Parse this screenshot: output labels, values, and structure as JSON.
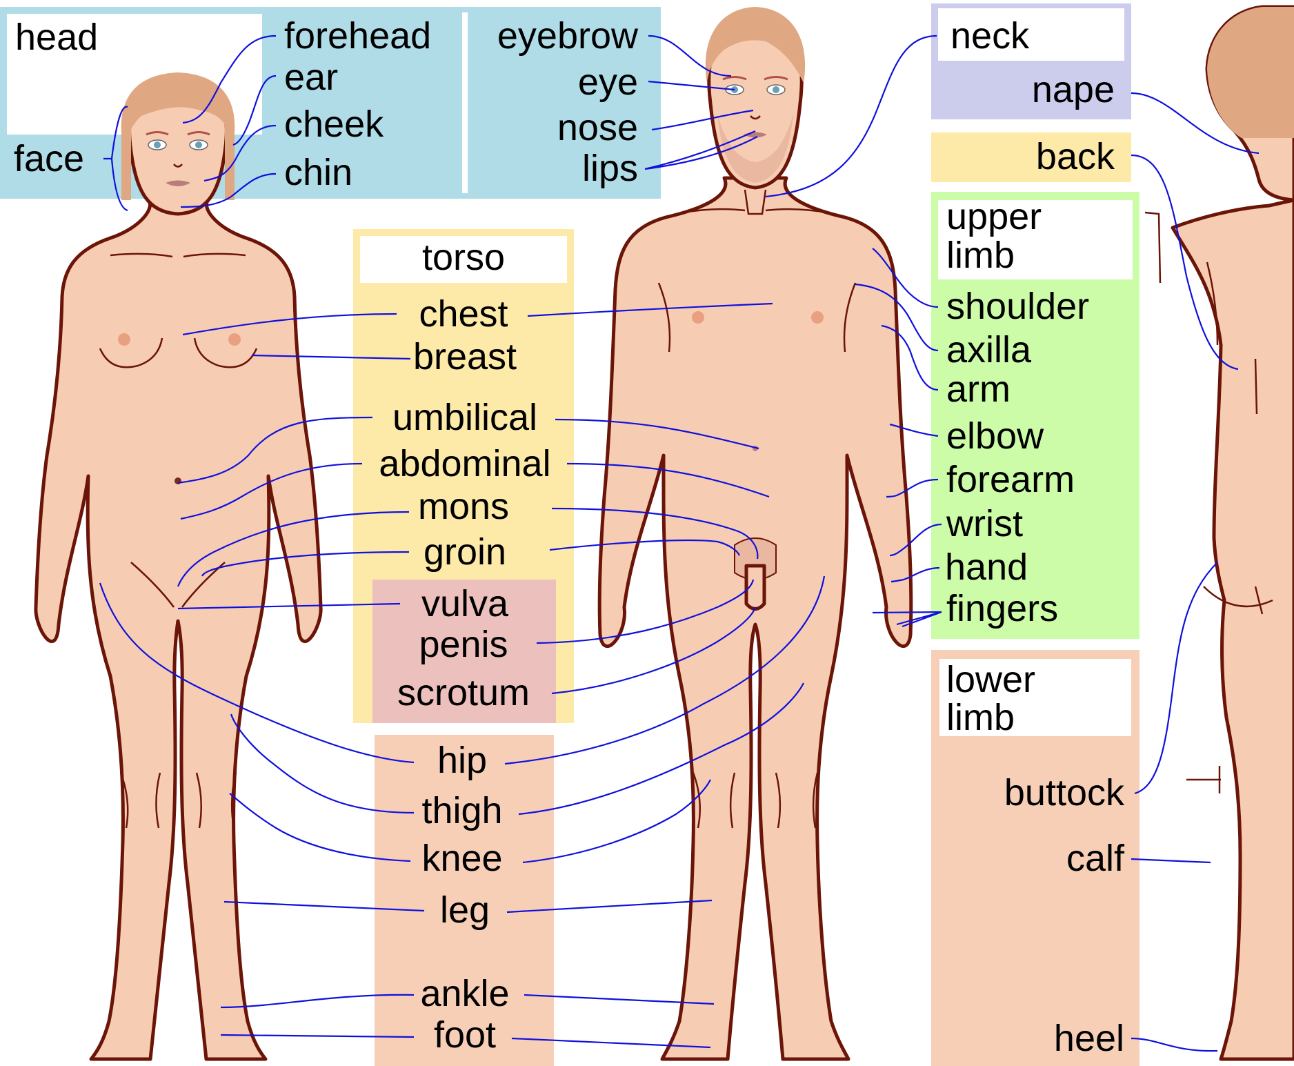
{
  "colors": {
    "head_box": "#b0dce8",
    "neck_box": "#cccced",
    "back_box": "#fdeaa8",
    "torso_box": "#fdeaa8",
    "genital_box": "#ebc0bd",
    "upper_limb_box": "#ccfca8",
    "lower_limb_box": "#f7cfb6",
    "skin": "#f6cdb3",
    "outline": "#6b1408",
    "hair": "#e0a882",
    "leader_line": "#1010dd"
  },
  "groups": {
    "head": "head",
    "neck": "neck",
    "torso": "torso",
    "upper_limb": "upper limb",
    "lower_limb": "lower limb"
  },
  "labels": {
    "face": "face",
    "forehead": "forehead",
    "ear": "ear",
    "cheek": "cheek",
    "chin": "chin",
    "eyebrow": "eyebrow",
    "eye": "eye",
    "nose": "nose",
    "lips": "lips",
    "nape": "nape",
    "back": "back",
    "chest": "chest",
    "breast": "breast",
    "umbilical": "umbilical",
    "abdominal": "abdominal",
    "mons": "mons",
    "groin": "groin",
    "vulva": "vulva",
    "penis": "penis",
    "scrotum": "scrotum",
    "hip": "hip",
    "thigh": "thigh",
    "knee": "knee",
    "leg": "leg",
    "ankle": "ankle",
    "foot": "foot",
    "shoulder": "shoulder",
    "axilla": "axilla",
    "arm": "arm",
    "elbow": "elbow",
    "forearm": "forearm",
    "wrist": "wrist",
    "hand": "hand",
    "fingers": "fingers",
    "buttock": "buttock",
    "calf": "calf",
    "heel": "heel"
  }
}
